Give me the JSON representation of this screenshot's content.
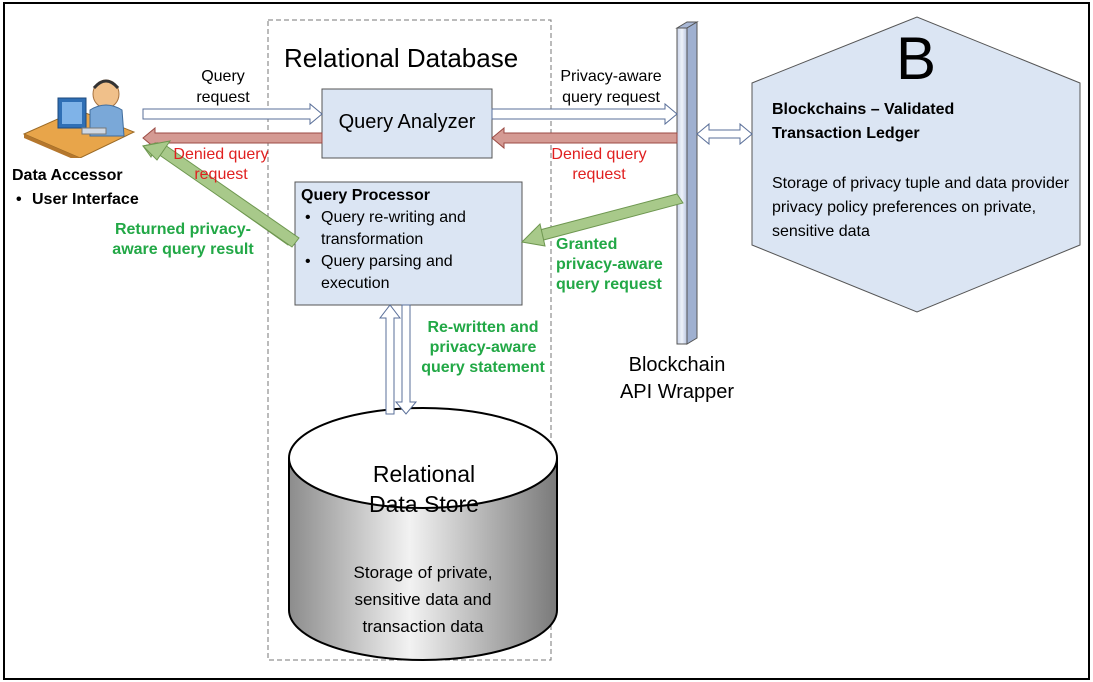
{
  "relational_db": {
    "title": "Relational Database",
    "query_analyzer": "Query Analyzer",
    "query_processor": {
      "title": "Query Processor",
      "items": [
        "Query re-writing and transformation",
        "Query parsing and execution"
      ]
    },
    "data_store": {
      "title": "Relational Data Store",
      "description": "Storage of private, sensitive data and transaction data"
    }
  },
  "data_accessor": {
    "title": "Data Accessor",
    "items": [
      "User Interface"
    ]
  },
  "blockchain": {
    "letter": "B",
    "title": "Blockchains – Validated Transaction Ledger",
    "description": "Storage of privacy tuple and data provider privacy policy preferences on private, sensitive data"
  },
  "api_wrapper": {
    "label": "Blockchain API Wrapper"
  },
  "labels": {
    "query_request": "Query request",
    "privacy_aware_request": "Privacy-aware query request",
    "denied_left": "Denied query request",
    "denied_right": "Denied query request",
    "returned_result": "Returned privacy-aware query result",
    "granted_request": "Granted privacy-aware query request",
    "rewritten_statement": "Re-written and privacy-aware query statement"
  }
}
